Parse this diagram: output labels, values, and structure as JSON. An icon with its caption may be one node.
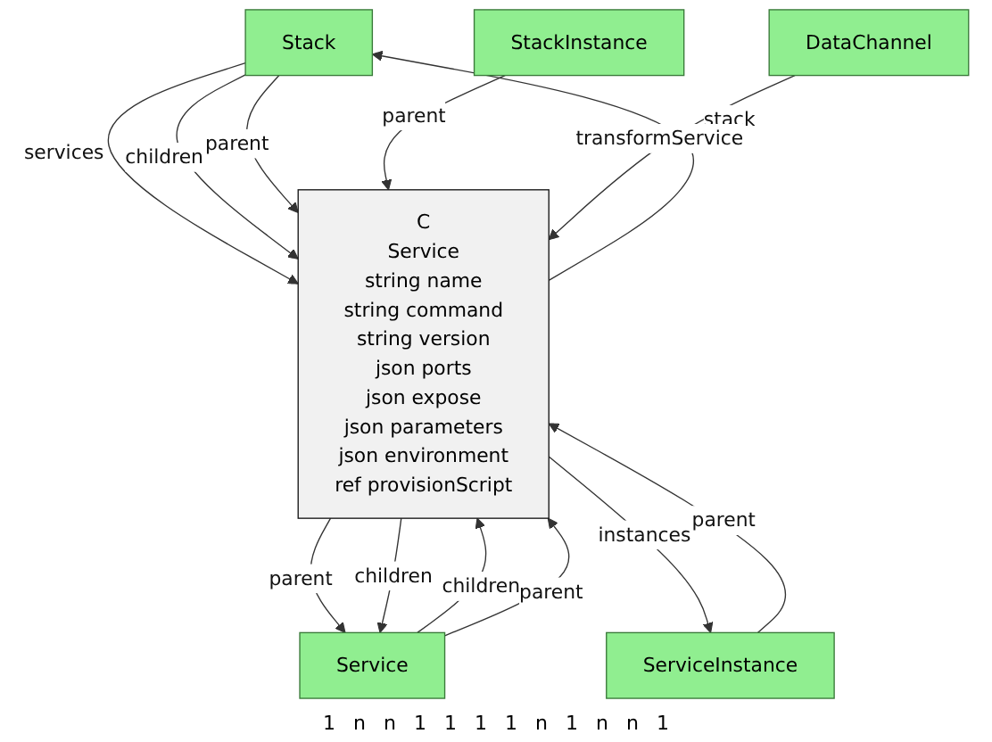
{
  "diagram": {
    "nodes": [
      {
        "text": [
          "Stack"
        ]
      },
      {
        "text": [
          "StackInstance"
        ]
      },
      {
        "text": [
          "DataChannel"
        ]
      },
      {
        "text": [
          "C",
          "Service",
          "string name",
          "string command",
          "string version",
          "json ports",
          "json expose",
          "json parameters",
          "json environment",
          "ref provisionScript"
        ]
      },
      {
        "text": [
          "Service"
        ]
      },
      {
        "text": [
          "ServiceInstance"
        ]
      }
    ],
    "edges": [
      {
        "from": 0,
        "to": 3,
        "arrow": "to",
        "label": "services"
      },
      {
        "from": 0,
        "to": 3,
        "arrow": "to",
        "label": "children"
      },
      {
        "from": 0,
        "to": 3,
        "arrow": "to",
        "label": "parent"
      },
      {
        "from": 3,
        "to": 0,
        "arrow": "to",
        "label": "stack"
      },
      {
        "from": 1,
        "to": 3,
        "arrow": "to",
        "label": "parent"
      },
      {
        "from": 2,
        "to": 3,
        "arrow": "to",
        "label": "transformService"
      },
      {
        "from": 3,
        "to": 4,
        "arrow": "to",
        "label": "parent"
      },
      {
        "from": 4,
        "to": 3,
        "arrow": "to",
        "label": "children"
      },
      {
        "from": 4,
        "to": 3,
        "arrow": "to",
        "label": "parent"
      },
      {
        "from": 3,
        "to": 4,
        "arrow": "to",
        "label": "children"
      },
      {
        "from": 3,
        "to": 5,
        "arrow": "to",
        "label": "instances"
      },
      {
        "from": 5,
        "to": 3,
        "arrow": "to",
        "label": "parent"
      }
    ],
    "labels": [
      "1",
      "n",
      "n",
      "1",
      "1",
      "1",
      "1",
      "n",
      "1",
      "n",
      "n",
      "1"
    ]
  }
}
